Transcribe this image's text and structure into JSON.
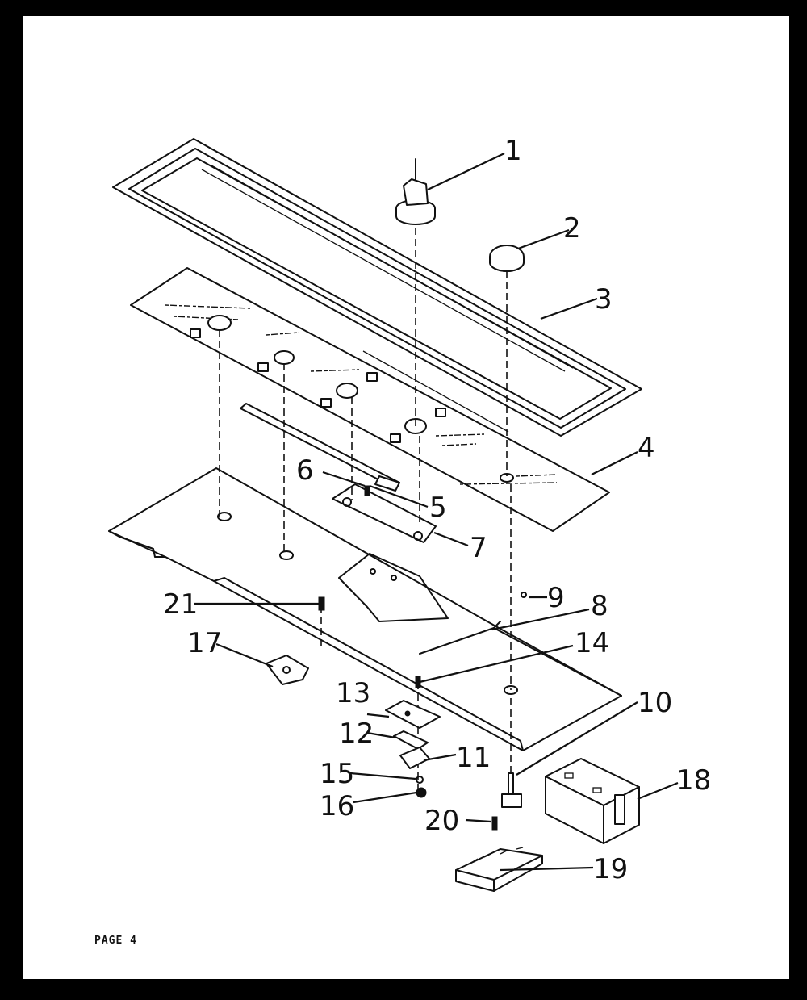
{
  "page_label": "PAGE 4",
  "callouts": [
    "1",
    "2",
    "3",
    "4",
    "5",
    "6",
    "7",
    "8",
    "9",
    "10",
    "11",
    "12",
    "13",
    "14",
    "15",
    "16",
    "17",
    "18",
    "19",
    "20",
    "21"
  ],
  "colors": {
    "ink": "#111111",
    "paper": "#ffffff",
    "border": "#000000"
  }
}
